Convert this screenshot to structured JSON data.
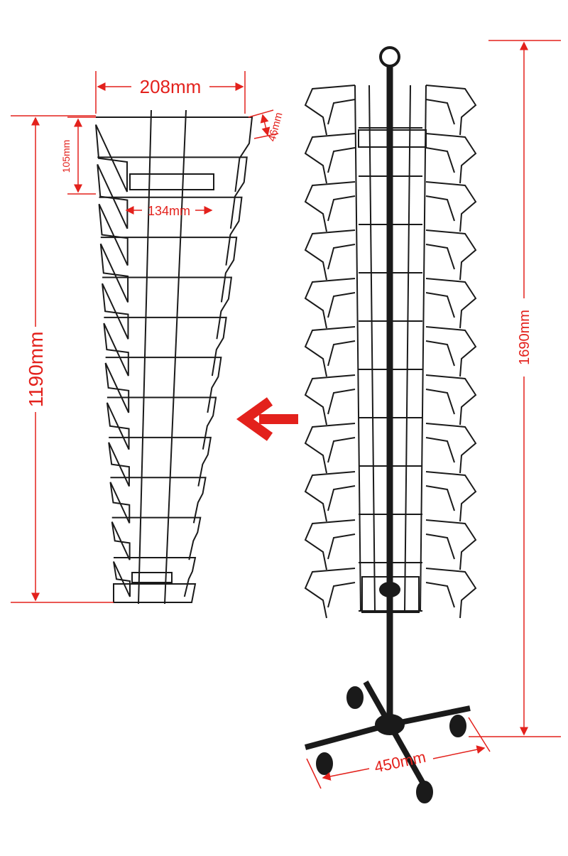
{
  "dimensions": {
    "panel_width": "208mm",
    "pocket_depth": "46mm",
    "pocket_height": "105mm",
    "pocket_inner_width": "134mm",
    "panel_height": "1190mm",
    "total_height": "1690mm",
    "base_width": "450mm"
  },
  "colors": {
    "dimension": "#e3211c",
    "wire": "#1a1a1a"
  },
  "icons": {
    "pointer": "arrow-left-icon"
  }
}
